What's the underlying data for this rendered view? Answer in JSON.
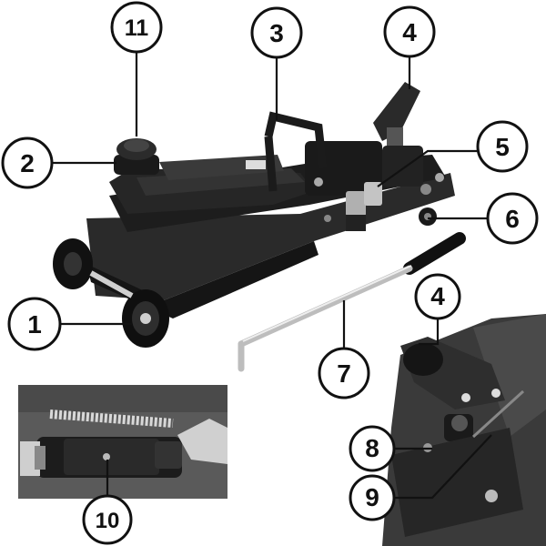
{
  "callouts": [
    {
      "id": "1",
      "label": "1"
    },
    {
      "id": "2",
      "label": "2"
    },
    {
      "id": "3",
      "label": "3"
    },
    {
      "id": "4",
      "label": "4"
    },
    {
      "id": "4b",
      "label": "4"
    },
    {
      "id": "5",
      "label": "5"
    },
    {
      "id": "6",
      "label": "6"
    },
    {
      "id": "7",
      "label": "7"
    },
    {
      "id": "8",
      "label": "8"
    },
    {
      "id": "9",
      "label": "9"
    },
    {
      "id": "10",
      "label": "10"
    },
    {
      "id": "11",
      "label": "11"
    }
  ],
  "colors": {
    "jack_body": "#222222",
    "jack_dark": "#111111",
    "metal": "#9a9a9a",
    "handle_grip": "#1a1a1a",
    "callout_stroke": "#111111",
    "background": "#ffffff"
  },
  "icons": {
    "jack": "floor-jack-illustration",
    "handle": "jack-handle-illustration",
    "saddle_detail": "saddle-closeup-photo",
    "pump_detail": "pump-cylinder-closeup-photo"
  }
}
